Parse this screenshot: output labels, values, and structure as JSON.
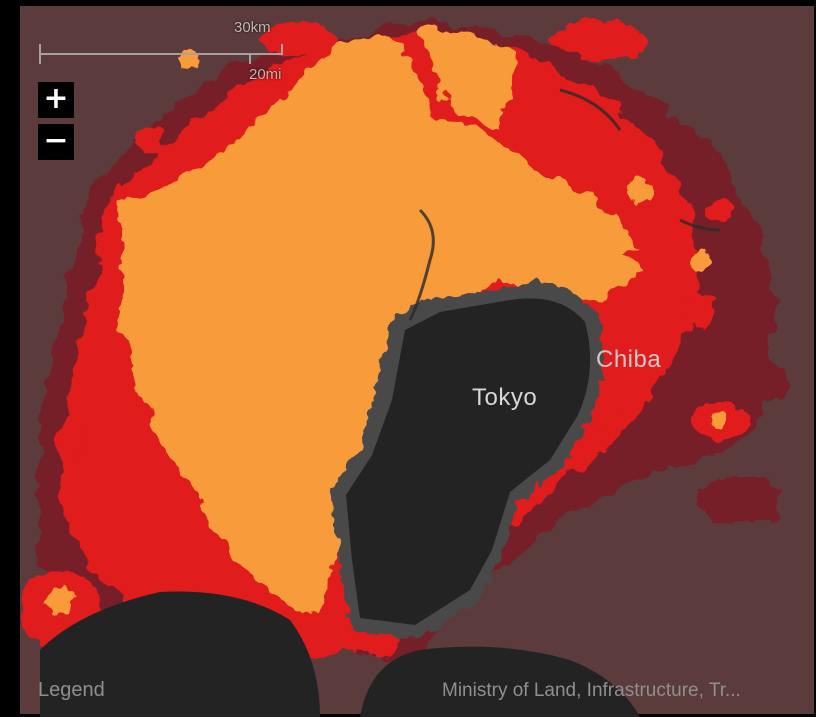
{
  "map": {
    "scale": {
      "km_label": "30km",
      "mi_label": "20mi"
    },
    "zoom": {
      "in_label": "+",
      "out_label": "−"
    },
    "places": [
      {
        "id": "tokyo",
        "name": "Tokyo"
      },
      {
        "id": "chiba",
        "name": "Chiba"
      }
    ],
    "legend_label": "Legend",
    "attribution": "Ministry of Land, Infrastructure, Tr...",
    "colors": {
      "background": "#5c3b3d",
      "water": "#232323",
      "urban_high": "#f79b3a",
      "urban_mid": "#e11b1b",
      "urban_low": "#7a1c26",
      "frame": "#000000"
    }
  }
}
